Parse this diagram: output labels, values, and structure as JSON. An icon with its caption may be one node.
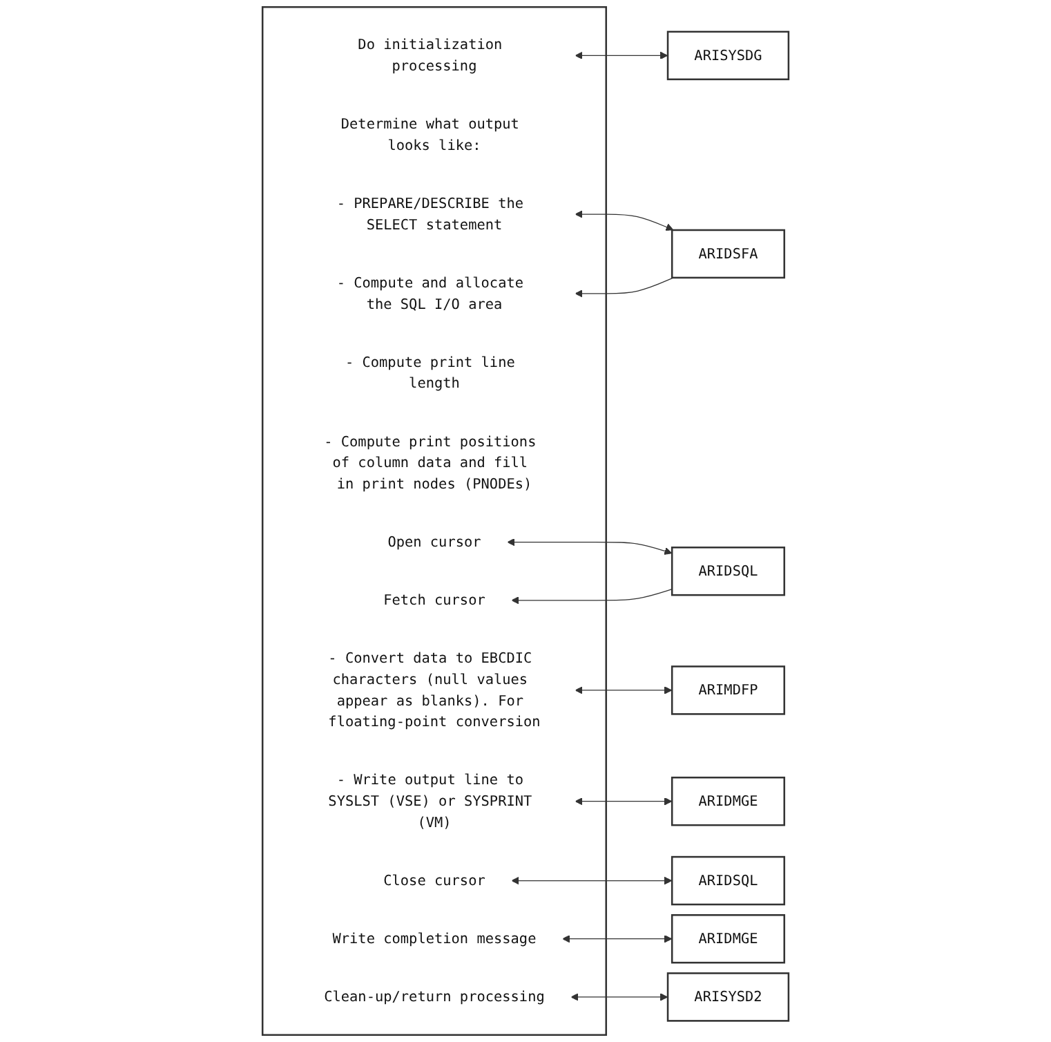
{
  "diagram": {
    "nodes": [
      {
        "text": [],
        "shape": "box"
      },
      {
        "text": [
          "Do initialization processing"
        ],
        "in": 0
      },
      {
        "text": [
          "Determine what output looks like:"
        ],
        "in": 0
      },
      {
        "text": [
          "- PREPARE/DESCRIBE the SELECT statement"
        ],
        "in": 0
      },
      {
        "text": [
          "- Compute and allocate the SQL I/O area"
        ],
        "in": 0
      },
      {
        "text": [
          "- Compute print line length"
        ],
        "in": 0
      },
      {
        "text": [
          "- Compute print positions of column data and fill in print nodes (PNODEs)"
        ],
        "in": 0
      },
      {
        "text": [
          "Open cursor"
        ],
        "in": 0
      },
      {
        "text": [
          "Fetch cursor"
        ],
        "in": 0
      },
      {
        "text": [
          "- Convert data to EBCDIC characters (null values appear as blanks). For floating-point conversion"
        ],
        "in": 0
      },
      {
        "text": [
          "- Write output line to SYSLST (VSE) or SYSPRINT (VM)"
        ],
        "in": 0
      },
      {
        "text": [
          "Close cursor"
        ],
        "in": 0
      },
      {
        "text": [
          "Write completion message"
        ],
        "in": 0
      },
      {
        "text": [
          "Clean-up/return processing"
        ],
        "in": 0
      },
      {
        "text": [
          "ARISYSDG"
        ]
      },
      {
        "text": [
          "ARIDSFA"
        ]
      },
      {
        "text": [
          "ARIDSQL"
        ]
      },
      {
        "text": [
          "ARIMDFP"
        ]
      },
      {
        "text": [
          "ARIDMGE"
        ]
      },
      {
        "text": [
          "ARIDSQL"
        ]
      },
      {
        "text": [
          "ARIDMGE"
        ]
      },
      {
        "text": [
          "ARISYSD2"
        ]
      }
    ],
    "edges": [
      {
        "from": 1,
        "to": 14,
        "arrow": "both"
      },
      {
        "from": 3,
        "to": 15,
        "arrow": "both"
      },
      {
        "from": 15,
        "to": 4,
        "arrow": "to"
      },
      {
        "from": 7,
        "to": 16,
        "arrow": "both"
      },
      {
        "from": 16,
        "to": 8,
        "arrow": "to"
      },
      {
        "from": 9,
        "to": 17,
        "arrow": "both"
      },
      {
        "from": 10,
        "to": 18,
        "arrow": "both"
      },
      {
        "from": 11,
        "to": 19,
        "arrow": "both"
      },
      {
        "from": 12,
        "to": 20,
        "arrow": "both"
      },
      {
        "from": 13,
        "to": 21,
        "arrow": "both"
      }
    ]
  }
}
